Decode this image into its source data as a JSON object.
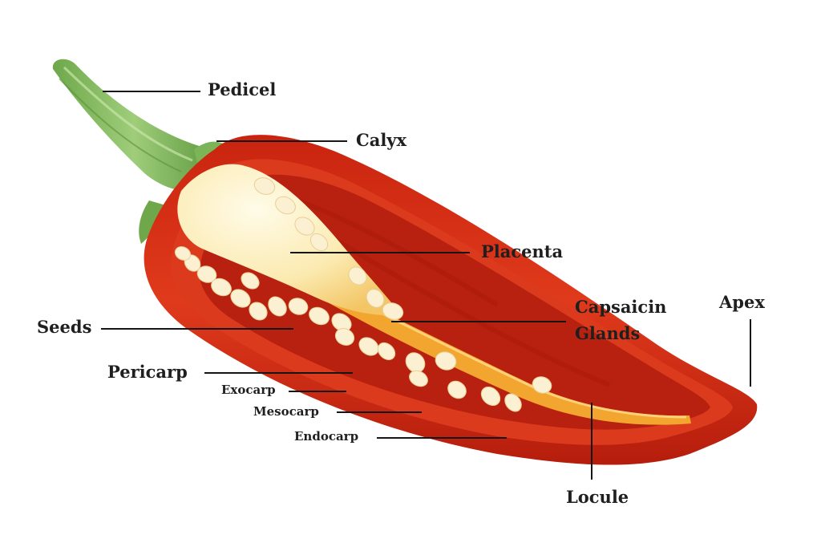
{
  "labels": {
    "pedicel": "Pedicel",
    "calyx": "Calyx",
    "placenta": "Placenta",
    "capsaicin_line1": "Capsaicin",
    "capsaicin_line2": "Glands",
    "apex": "Apex",
    "seeds": "Seeds",
    "pericarp": "Pericarp",
    "exocarp": "Exocarp",
    "mesocarp": "Mesocarp",
    "endocarp": "Endocarp",
    "locule": "Locule"
  },
  "colors": {
    "skin_dark": "#b51d10",
    "skin": "#d8311b",
    "flesh": "#e2401f",
    "cavity": "#b8210f",
    "gland": "#f2a630",
    "placenta": "#fbeec2",
    "seed": "#fbf0d2",
    "stem": "#7fb65a",
    "stem_light": "#a9d383",
    "leader": "#161616"
  }
}
